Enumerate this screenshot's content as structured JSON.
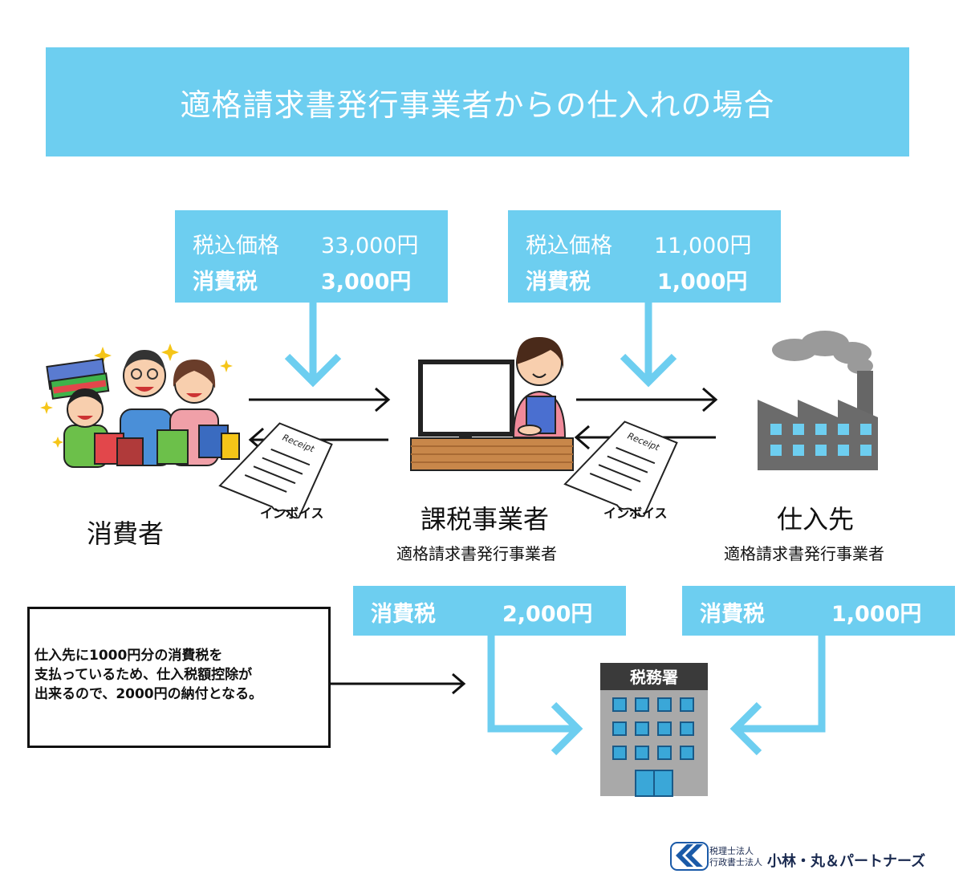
{
  "title": "適格請求書発行事業者からの仕入れの場合",
  "price_boxes": [
    {
      "label1": "税込価格",
      "value1": "33,000円",
      "label2": "消費税",
      "value2": "3,000円"
    },
    {
      "label1": "税込価格",
      "value1": "11,000円",
      "label2": "消費税",
      "value2": "1,000円"
    }
  ],
  "entities": {
    "consumer": {
      "name": "消費者"
    },
    "business": {
      "name": "課税事業者",
      "sub": "適格請求書発行事業者"
    },
    "supplier": {
      "name": "仕入先",
      "sub": "適格請求書発行事業者"
    }
  },
  "invoice_labels": [
    "インボイス",
    "インボイス"
  ],
  "receipt_text": "Receipt",
  "tax_boxes": [
    {
      "label": "消費税",
      "value": "2,000円"
    },
    {
      "label": "消費税",
      "value": "1,000円"
    }
  ],
  "tax_office_sign": "税務署",
  "note": {
    "line1": "仕入先に1000円分の消費税を",
    "line2": "支払っているため、仕入税額控除が",
    "line3": "出来るので、2000円の納付となる。"
  },
  "logo": {
    "small1": "税理士法人",
    "small2": "行政書士法人",
    "name": "小林・丸＆パートナーズ"
  },
  "colors": {
    "accent": "#6dcef0",
    "logo": "#1a5aa8"
  }
}
